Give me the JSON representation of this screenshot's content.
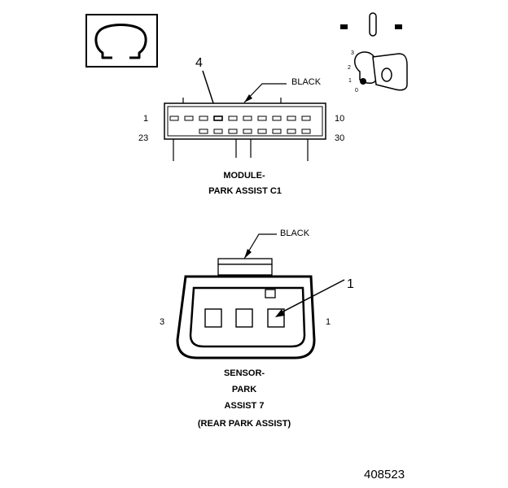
{
  "module_connector": {
    "color_label": "BLACK",
    "callout": "4",
    "pin_first_top": "1",
    "pin_last_top": "10",
    "pin_first_bottom": "23",
    "pin_last_bottom": "30",
    "caption_line1": "MODULE-",
    "caption_line2": "PARK ASSIST C1"
  },
  "sensor_connector": {
    "color_label": "BLACK",
    "callout": "1",
    "pin_left": "3",
    "pin_right": "1",
    "caption_line1": "SENSOR-",
    "caption_line2": "PARK",
    "caption_line3": "ASSIST 7",
    "caption_line4": "(REAR PARK ASSIST)"
  },
  "ignition_switch": {
    "positions": [
      "3",
      "2",
      "1",
      "0"
    ]
  },
  "icons": {
    "ohm": "ohmmeter-icon",
    "ignition": "ignition-key-icon"
  },
  "figure_number": "408523"
}
